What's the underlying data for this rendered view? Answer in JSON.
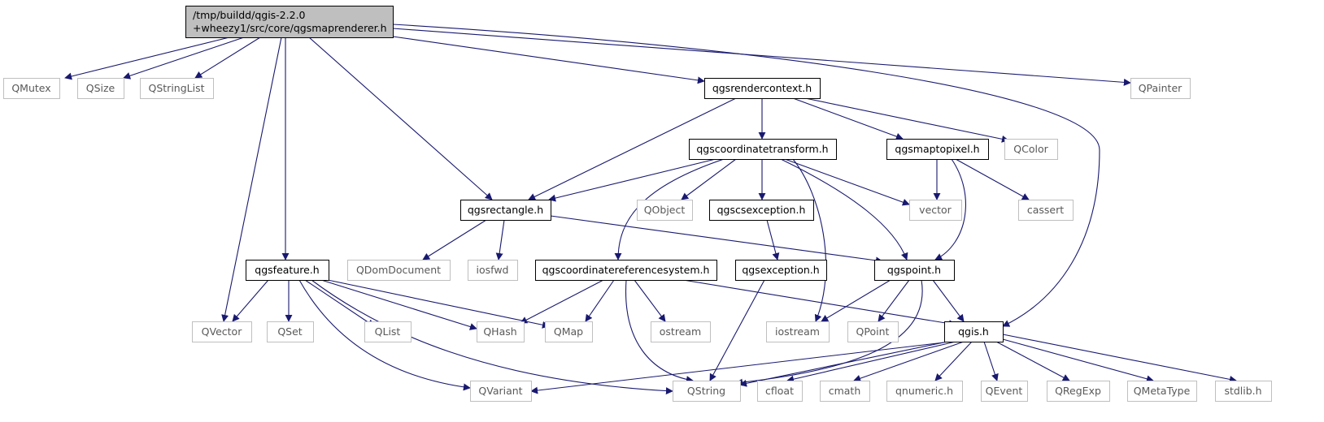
{
  "graph": {
    "title": "",
    "edge_color": "#191970",
    "root_fill": "#bfbfbf",
    "external_border": "#bfbfbf",
    "nodes": [
      {
        "id": "root",
        "lines": [
          "/tmp/buildd/qgis-2.2.0",
          "+wheezy1/src/core/qgsmaprenderer.h"
        ],
        "kind": "root"
      },
      {
        "id": "QMutex",
        "lines": [
          "QMutex"
        ],
        "kind": "external"
      },
      {
        "id": "QSize",
        "lines": [
          "QSize"
        ],
        "kind": "external"
      },
      {
        "id": "QStringList",
        "lines": [
          "QStringList"
        ],
        "kind": "external"
      },
      {
        "id": "qgsrendercontext",
        "lines": [
          "qgsrendercontext.h"
        ],
        "kind": "documented"
      },
      {
        "id": "QPainter",
        "lines": [
          "QPainter"
        ],
        "kind": "external"
      },
      {
        "id": "qgscoordinatetransform",
        "lines": [
          "qgscoordinatetransform.h"
        ],
        "kind": "documented"
      },
      {
        "id": "qgsmaptopixel",
        "lines": [
          "qgsmaptopixel.h"
        ],
        "kind": "documented"
      },
      {
        "id": "QColor",
        "lines": [
          "QColor"
        ],
        "kind": "external"
      },
      {
        "id": "qgsrectangle",
        "lines": [
          "qgsrectangle.h"
        ],
        "kind": "documented"
      },
      {
        "id": "QObject",
        "lines": [
          "QObject"
        ],
        "kind": "external"
      },
      {
        "id": "qgscsexception",
        "lines": [
          "qgscsexception.h"
        ],
        "kind": "documented"
      },
      {
        "id": "vector",
        "lines": [
          "vector"
        ],
        "kind": "external"
      },
      {
        "id": "cassert",
        "lines": [
          "cassert"
        ],
        "kind": "external"
      },
      {
        "id": "qgsfeature",
        "lines": [
          "qgsfeature.h"
        ],
        "kind": "documented"
      },
      {
        "id": "QDomDocument",
        "lines": [
          "QDomDocument"
        ],
        "kind": "external"
      },
      {
        "id": "iosfwd",
        "lines": [
          "iosfwd"
        ],
        "kind": "external"
      },
      {
        "id": "qgscoordinatereferencesystem",
        "lines": [
          "qgscoordinatereferencesystem.h"
        ],
        "kind": "documented"
      },
      {
        "id": "qgsexception",
        "lines": [
          "qgsexception.h"
        ],
        "kind": "documented"
      },
      {
        "id": "qgspoint",
        "lines": [
          "qgspoint.h"
        ],
        "kind": "documented"
      },
      {
        "id": "QVector",
        "lines": [
          "QVector"
        ],
        "kind": "external"
      },
      {
        "id": "QSet",
        "lines": [
          "QSet"
        ],
        "kind": "external"
      },
      {
        "id": "QList",
        "lines": [
          "QList"
        ],
        "kind": "external"
      },
      {
        "id": "QHash",
        "lines": [
          "QHash"
        ],
        "kind": "external"
      },
      {
        "id": "QMap",
        "lines": [
          "QMap"
        ],
        "kind": "external"
      },
      {
        "id": "ostream",
        "lines": [
          "ostream"
        ],
        "kind": "external"
      },
      {
        "id": "iostream",
        "lines": [
          "iostream"
        ],
        "kind": "external"
      },
      {
        "id": "QPoint",
        "lines": [
          "QPoint"
        ],
        "kind": "external"
      },
      {
        "id": "qgis",
        "lines": [
          "qgis.h"
        ],
        "kind": "documented"
      },
      {
        "id": "QVariant",
        "lines": [
          "QVariant"
        ],
        "kind": "external"
      },
      {
        "id": "QString",
        "lines": [
          "QString"
        ],
        "kind": "external"
      },
      {
        "id": "cfloat",
        "lines": [
          "cfloat"
        ],
        "kind": "external"
      },
      {
        "id": "cmath",
        "lines": [
          "cmath"
        ],
        "kind": "external"
      },
      {
        "id": "qnumeric",
        "lines": [
          "qnumeric.h"
        ],
        "kind": "external"
      },
      {
        "id": "QEvent",
        "lines": [
          "QEvent"
        ],
        "kind": "external"
      },
      {
        "id": "QRegExp",
        "lines": [
          "QRegExp"
        ],
        "kind": "external"
      },
      {
        "id": "QMetaType",
        "lines": [
          "QMetaType"
        ],
        "kind": "external"
      },
      {
        "id": "stdlib",
        "lines": [
          "stdlib.h"
        ],
        "kind": "external"
      }
    ],
    "edges": [
      [
        "root",
        "QMutex"
      ],
      [
        "root",
        "QSize"
      ],
      [
        "root",
        "QStringList"
      ],
      [
        "root",
        "qgsrendercontext"
      ],
      [
        "root",
        "QPainter"
      ],
      [
        "root",
        "qgsrectangle"
      ],
      [
        "root",
        "qgsfeature"
      ],
      [
        "root",
        "QVector"
      ],
      [
        "root",
        "qgis"
      ],
      [
        "qgsrendercontext",
        "qgscoordinatetransform"
      ],
      [
        "qgsrendercontext",
        "qgsmaptopixel"
      ],
      [
        "qgsrendercontext",
        "QColor"
      ],
      [
        "qgsrendercontext",
        "qgsrectangle"
      ],
      [
        "qgscoordinatetransform",
        "qgsrectangle"
      ],
      [
        "qgscoordinatetransform",
        "qgscoordinatereferencesystem"
      ],
      [
        "qgscoordinatetransform",
        "QObject"
      ],
      [
        "qgscoordinatetransform",
        "qgscsexception"
      ],
      [
        "qgscoordinatetransform",
        "vector"
      ],
      [
        "qgscoordinatetransform",
        "qgspoint"
      ],
      [
        "qgscoordinatetransform",
        "iostream"
      ],
      [
        "qgsmaptopixel",
        "vector"
      ],
      [
        "qgsmaptopixel",
        "cassert"
      ],
      [
        "qgsmaptopixel",
        "qgspoint"
      ],
      [
        "qgsrectangle",
        "QDomDocument"
      ],
      [
        "qgsrectangle",
        "iosfwd"
      ],
      [
        "qgsrectangle",
        "qgspoint"
      ],
      [
        "qgscsexception",
        "qgsexception"
      ],
      [
        "qgsexception",
        "QString"
      ],
      [
        "qgsfeature",
        "QVector"
      ],
      [
        "qgsfeature",
        "QSet"
      ],
      [
        "qgsfeature",
        "QList"
      ],
      [
        "qgsfeature",
        "QHash"
      ],
      [
        "qgsfeature",
        "QMap"
      ],
      [
        "qgsfeature",
        "QVariant"
      ],
      [
        "qgsfeature",
        "QString"
      ],
      [
        "qgscoordinatereferencesystem",
        "QHash"
      ],
      [
        "qgscoordinatereferencesystem",
        "QMap"
      ],
      [
        "qgscoordinatereferencesystem",
        "ostream"
      ],
      [
        "qgscoordinatereferencesystem",
        "QString"
      ],
      [
        "qgscoordinatereferencesystem",
        "qgis"
      ],
      [
        "qgspoint",
        "iostream"
      ],
      [
        "qgspoint",
        "QPoint"
      ],
      [
        "qgspoint",
        "qgis"
      ],
      [
        "qgspoint",
        "QString"
      ],
      [
        "qgis",
        "QVariant"
      ],
      [
        "qgis",
        "QString"
      ],
      [
        "qgis",
        "cfloat"
      ],
      [
        "qgis",
        "cmath"
      ],
      [
        "qgis",
        "qnumeric"
      ],
      [
        "qgis",
        "QEvent"
      ],
      [
        "qgis",
        "QRegExp"
      ],
      [
        "qgis",
        "QMetaType"
      ],
      [
        "qgis",
        "stdlib"
      ]
    ]
  }
}
